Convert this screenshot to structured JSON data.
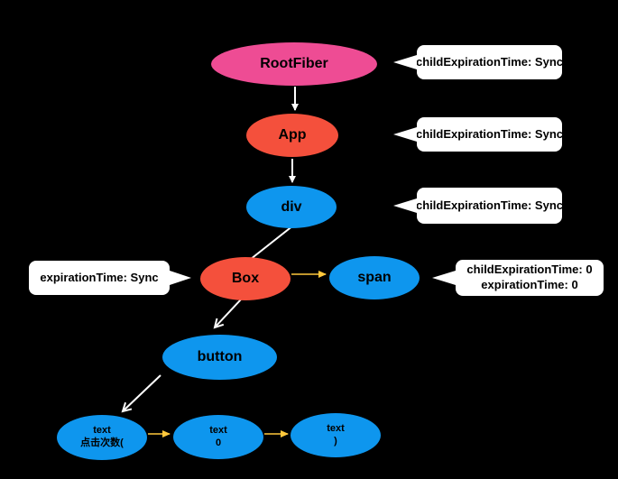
{
  "diagram": {
    "description": "React Fiber tree diagram",
    "background": "#000000"
  },
  "colors": {
    "root_node": "#EE4C94",
    "component_node": "#F4503C",
    "host_node": "#0E96EE",
    "sibling_arrow": "#FFC83C",
    "child_arrow": "#FFFFFF",
    "callout_bg": "#FFFFFF",
    "label_text": "#000000"
  },
  "nodes": {
    "rootfiber": {
      "label": "RootFiber"
    },
    "app": {
      "label": "App"
    },
    "div": {
      "label": "div"
    },
    "box": {
      "label": "Box"
    },
    "span": {
      "label": "span"
    },
    "button": {
      "label": "button"
    },
    "text1": {
      "label": "text",
      "sublabel": "点击次数("
    },
    "text2": {
      "label": "text",
      "sublabel": "0"
    },
    "text3": {
      "label": "text",
      "sublabel": ")"
    }
  },
  "callouts": {
    "rootfiber_note": {
      "text": "childExpirationTime: Sync"
    },
    "app_note": {
      "text": "childExpirationTime: Sync"
    },
    "div_note": {
      "text": "childExpirationTime: Sync"
    },
    "box_note": {
      "text": "expirationTime: Sync"
    },
    "span_note": {
      "line1": "childExpirationTime: 0",
      "line2": "expirationTime: 0"
    }
  }
}
